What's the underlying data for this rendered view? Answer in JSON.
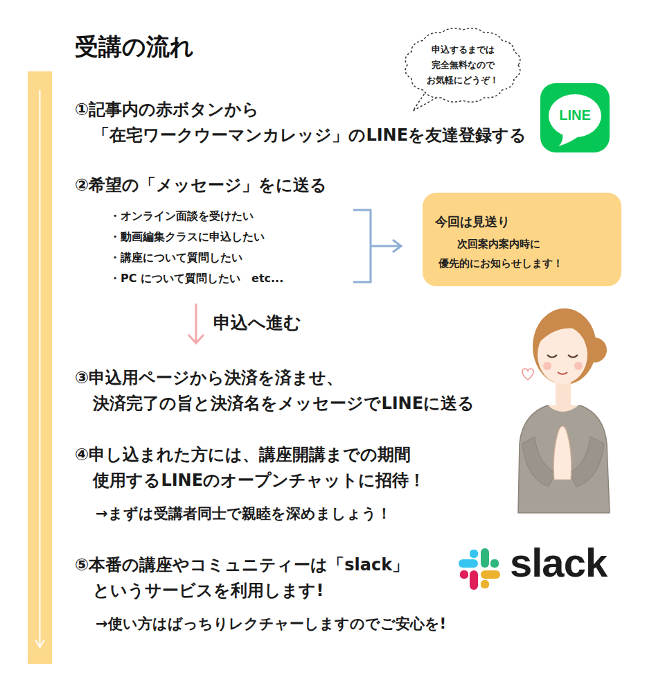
{
  "diagram": {
    "title": "受講の流れ",
    "nodes": [
      {
        "text": [
          "申込するまでは 完全無料なので お気軽にどうぞ！"
        ]
      },
      {
        "text": [
          "LINE"
        ]
      },
      {
        "text": [
          "今回は見送り",
          "次回案内案内時に 優先的にお知らせします！"
        ]
      }
    ],
    "labels": [
      "①記事内の赤ボタンから 「在宅ワークウーマンカレッジ」のLINEを友達登録する",
      "②希望の「メッセージ」をに送る",
      "・オンライン面談を受けたい",
      "・動画編集クラスに申込したい",
      "・講座について質問したい",
      "・PC について質問したい　etc...",
      "申込へ進む",
      "③申込用ページから決済を済ませ、 決済完了の旨と決済名をメッセージでLINEに送る",
      "④申し込まれた方には、講座開講までの期間 使用するLINEのオープンチャットに招待！",
      "→まずは受講者同士で親睦を深めましょう！",
      "⑤本番の講座やコミュニティーは「slack」 というサービスを利用します!",
      "→使い方はばっちりレクチャーしますのでご安心を!",
      "slack"
    ]
  }
}
